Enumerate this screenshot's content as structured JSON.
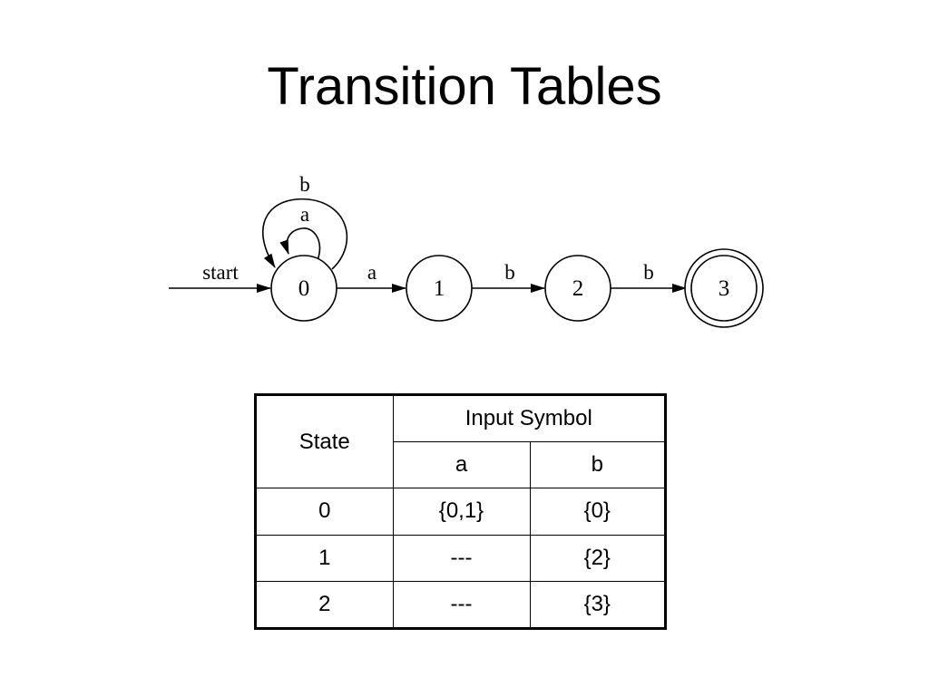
{
  "title": "Transition Tables",
  "diagram": {
    "start_label": "start",
    "states": [
      {
        "id": "0",
        "label": "0",
        "accepting": false
      },
      {
        "id": "1",
        "label": "1",
        "accepting": false
      },
      {
        "id": "2",
        "label": "2",
        "accepting": false
      },
      {
        "id": "3",
        "label": "3",
        "accepting": true
      }
    ],
    "transitions": [
      {
        "from": "0",
        "to": "0",
        "label": "a"
      },
      {
        "from": "0",
        "to": "0",
        "label": "b"
      },
      {
        "from": "0",
        "to": "1",
        "label": "a"
      },
      {
        "from": "1",
        "to": "2",
        "label": "b"
      },
      {
        "from": "2",
        "to": "3",
        "label": "b"
      }
    ]
  },
  "table": {
    "state_header": "State",
    "input_header": "Input Symbol",
    "symbols": [
      "a",
      "b"
    ],
    "rows": [
      {
        "state": "0",
        "a": "{0,1}",
        "b": "{0}"
      },
      {
        "state": "1",
        "a": "---",
        "b": "{2}"
      },
      {
        "state": "2",
        "a": "---",
        "b": "{3}"
      }
    ]
  }
}
